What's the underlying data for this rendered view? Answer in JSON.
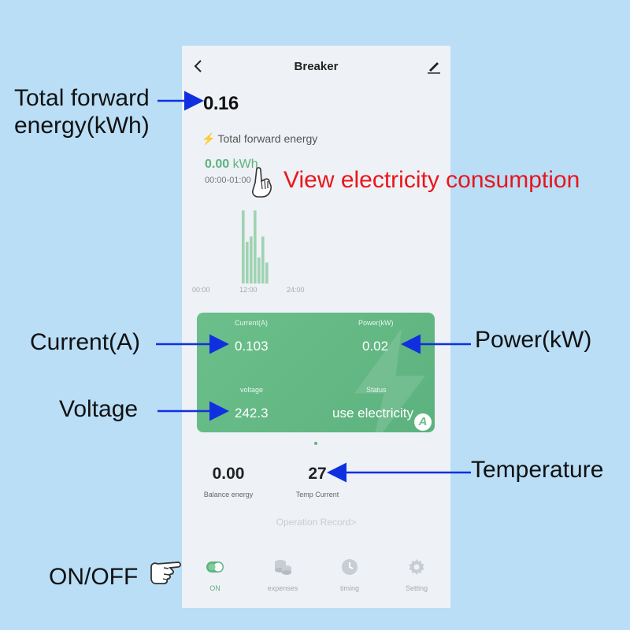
{
  "header": {
    "title": "Breaker"
  },
  "energy": {
    "total_value": "0.16",
    "section_title": "Total forward energy",
    "consumption_value": "0.00",
    "consumption_unit": "kWh",
    "time_range": "00:00-01:00",
    "ticks": [
      "00:00",
      "12:00",
      "24:00"
    ]
  },
  "chart_data": {
    "type": "bar",
    "x": [
      10,
      11,
      12,
      13,
      14,
      15,
      16
    ],
    "values": [
      0.07,
      0.04,
      0.045,
      0.07,
      0.025,
      0.045,
      0.02
    ],
    "xlim": [
      0,
      24
    ],
    "ylim": [
      0,
      0.08
    ]
  },
  "card": {
    "current_label": "Current(A)",
    "current_value": "0.103",
    "power_label": "Power(kW)",
    "power_value": "0.02",
    "voltage_label": "voltage",
    "voltage_value": "242.3",
    "status_label": "Status",
    "status_value": "use electricity",
    "badge": "A"
  },
  "stats": {
    "balance_value": "0.00",
    "balance_label": "Balance energy",
    "temp_value": "27",
    "temp_label": "Temp Current"
  },
  "operation_record": "Operation Record>",
  "nav": [
    {
      "label": "ON",
      "icon": "toggle-icon"
    },
    {
      "label": "expenses",
      "icon": "coins-icon"
    },
    {
      "label": "timing",
      "icon": "clock-icon"
    },
    {
      "label": "Setting",
      "icon": "gear-icon"
    }
  ],
  "callouts": {
    "total_forward": "Total forward\nenergy(kWh)",
    "view_consumption": "View electricity consumption",
    "current": "Current(A)",
    "power": "Power(kW)",
    "voltage": "Voltage",
    "temperature": "Temperature",
    "onoff": "ON/OFF"
  },
  "colors": {
    "background": "#b9def6",
    "accent": "#5db37e",
    "arrow": "#1030e0",
    "callout_red": "#e8161c"
  }
}
